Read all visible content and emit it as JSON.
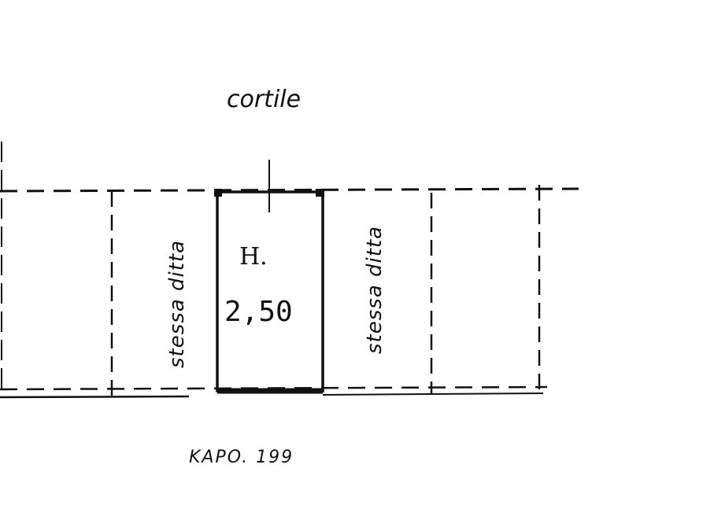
{
  "labels": {
    "top": "cortile",
    "left_unit": "stessa ditta",
    "right_unit": "stessa ditta",
    "height_label": "H.",
    "height_value": "2,50",
    "footer": "KAPO. 199"
  },
  "colors": {
    "ink": "#111111",
    "paper": "#ffffff"
  }
}
